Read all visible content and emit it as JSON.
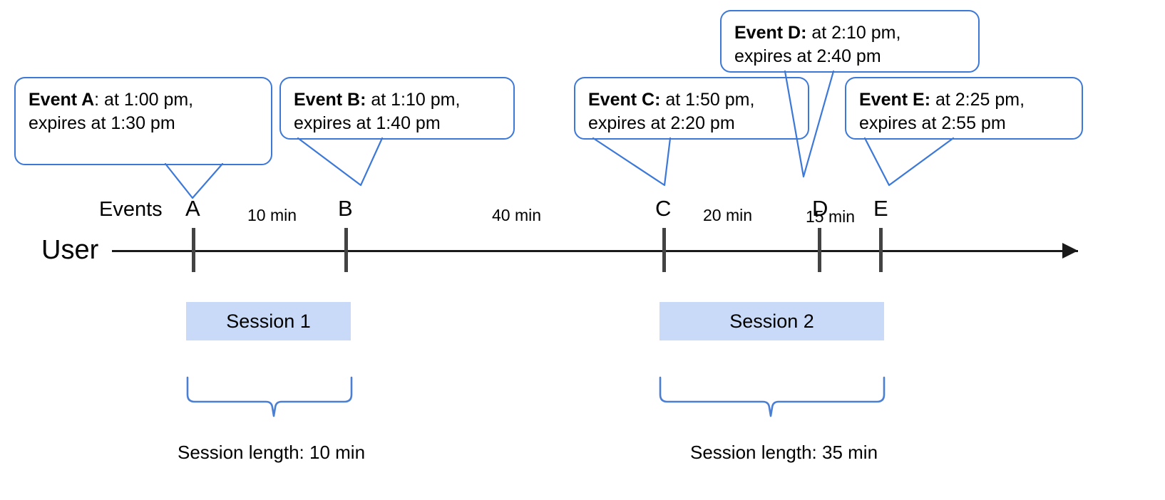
{
  "diagram": {
    "title_text_elements": {
      "events_label": "Events",
      "user_label": "User"
    },
    "callouts": [
      {
        "id": "A",
        "bold": "Event A",
        "sep": ":",
        "rest_line1": " at 1:00 pm,",
        "line2": "expires at 1:30 pm"
      },
      {
        "id": "B",
        "bold": "Event B:",
        "sep": "",
        "rest_line1": " at 1:10 pm,",
        "line2": "expires at 1:40 pm"
      },
      {
        "id": "C",
        "bold": "Event C:",
        "sep": "",
        "rest_line1": " at 1:50 pm,",
        "line2": "expires at 2:20 pm"
      },
      {
        "id": "D",
        "bold": "Event D:",
        "sep": "",
        "rest_line1": " at 2:10 pm,",
        "line2": "expires at 2:40 pm"
      },
      {
        "id": "E",
        "bold": "Event E:",
        "sep": "",
        "rest_line1": " at 2:25 pm,",
        "line2": "expires at 2:55 pm"
      }
    ],
    "event_markers": [
      {
        "letter": "A",
        "time": "1:00 pm",
        "expires": "1:30 pm"
      },
      {
        "letter": "B",
        "time": "1:10 pm",
        "expires": "1:40 pm"
      },
      {
        "letter": "C",
        "time": "1:50 pm",
        "expires": "2:20 pm"
      },
      {
        "letter": "D",
        "time": "2:10 pm",
        "expires": "2:40 pm"
      },
      {
        "letter": "E",
        "time": "2:25 pm",
        "expires": "2:55 pm"
      }
    ],
    "intervals": [
      {
        "from": "A",
        "to": "B",
        "label": "10 min"
      },
      {
        "from": "B",
        "to": "C",
        "label": "40 min"
      },
      {
        "from": "C",
        "to": "D",
        "label": "20 min"
      },
      {
        "from": "D",
        "to": "E",
        "label": "15 min"
      }
    ],
    "sessions": [
      {
        "name": "Session 1",
        "length_label": "Session length: 10 min"
      },
      {
        "name": "Session 2",
        "length_label": "Session length: 35 min"
      }
    ],
    "colors": {
      "callout_border": "#3c78d8",
      "session_fill": "#c9daf8",
      "brace_stroke": "#4a7fd4",
      "axis": "#1a1a1a",
      "tick": "#434343"
    }
  }
}
